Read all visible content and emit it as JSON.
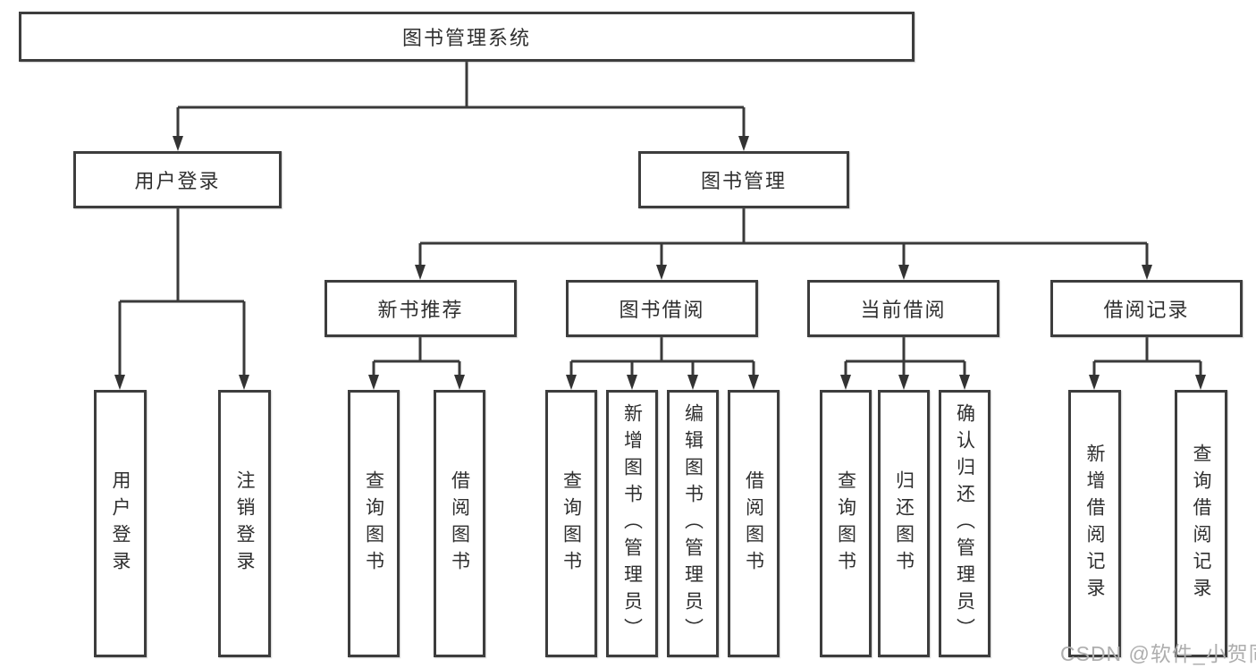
{
  "nodes": {
    "root": "图书管理系统",
    "user_login": "用户登录",
    "book_management": "图书管理",
    "new_book_recommend": "新书推荐",
    "book_borrow": "图书借阅",
    "current_borrow": "当前借阅",
    "borrow_record": "借阅记录",
    "leaf_user_login": "用户登录",
    "leaf_logout_login": "注销登录",
    "leaf_query_book_1": "查询图书",
    "leaf_borrow_book_1": "借阅图书",
    "leaf_query_book_2": "查询图书",
    "leaf_add_book_admin": "新增图书（管理员）",
    "leaf_edit_book_admin": "编辑图书（管理员）",
    "leaf_borrow_book_2": "借阅图书",
    "leaf_query_book_3": "查询图书",
    "leaf_return_book": "归还图书",
    "leaf_confirm_return_admin": "确认归还（管理员）",
    "leaf_add_borrow_record": "新增借阅记录",
    "leaf_query_borrow_record": "查询借阅记录"
  },
  "hierarchy": {
    "图书管理系统": {
      "用户登录": [
        "用户登录",
        "注销登录"
      ],
      "图书管理": {
        "新书推荐": [
          "查询图书",
          "借阅图书"
        ],
        "图书借阅": [
          "查询图书",
          "新增图书（管理员）",
          "编辑图书（管理员）",
          "借阅图书"
        ],
        "当前借阅": [
          "查询图书",
          "归还图书",
          "确认归还（管理员）"
        ],
        "借阅记录": [
          "新增借阅记录",
          "查询借阅记录"
        ]
      }
    }
  },
  "watermark": {
    "text": "CSDN @软件_小贺同学",
    "color": "#aeaeae"
  },
  "colors": {
    "line": "#3a3a3a",
    "border": "#3d3d3d",
    "text": "#2f2f2f",
    "background": "#ffffff"
  }
}
